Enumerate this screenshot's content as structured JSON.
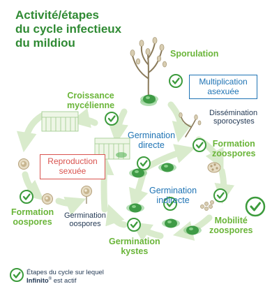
{
  "title": {
    "line1": "Activité/étapes",
    "line2": "du cycle infectieux",
    "line3": "du mildiou"
  },
  "stages": {
    "sporulation": "Sporulation",
    "multiplication": {
      "line1": "Multiplication",
      "line2": "asexuée"
    },
    "dissemination": {
      "line1": "Dissémination",
      "line2": "sporocystes"
    },
    "croissance": {
      "line1": "Croissance",
      "line2": "mycélienne"
    },
    "germination_directe": {
      "line1": "Germination",
      "line2": "directe"
    },
    "formation_zoospores": {
      "line1": "Formation",
      "line2": "zoospores"
    },
    "reproduction": {
      "line1": "Reproduction",
      "line2": "sexuée"
    },
    "germination_indirecte": {
      "line1": "Germination",
      "line2": "indirecte"
    },
    "formation_oospores": {
      "line1": "Formation",
      "line2": "oospores"
    },
    "germination_oospores": {
      "line1": "Germination",
      "line2": "oospores"
    },
    "mobilite": {
      "line1": "Mobilité",
      "line2": "zoospores"
    },
    "germination_kystes": {
      "line1": "Germination",
      "line2": "kystes"
    }
  },
  "legend": {
    "line1": "Étapes du cycle sur lequel",
    "brand": "Infinito",
    "registered": "®",
    "suffix": " est actif"
  },
  "colors": {
    "title_green": "#2f8a33",
    "stage_green": "#6ab539",
    "blue": "#1e73b4",
    "red": "#d9534f",
    "check_green": "#3c9b3c",
    "arrow": "#d9ebcc"
  },
  "icons": [
    "check-icon",
    "arrow-icon",
    "plant-icon",
    "spore-icon",
    "leaf-tissue-icon"
  ]
}
